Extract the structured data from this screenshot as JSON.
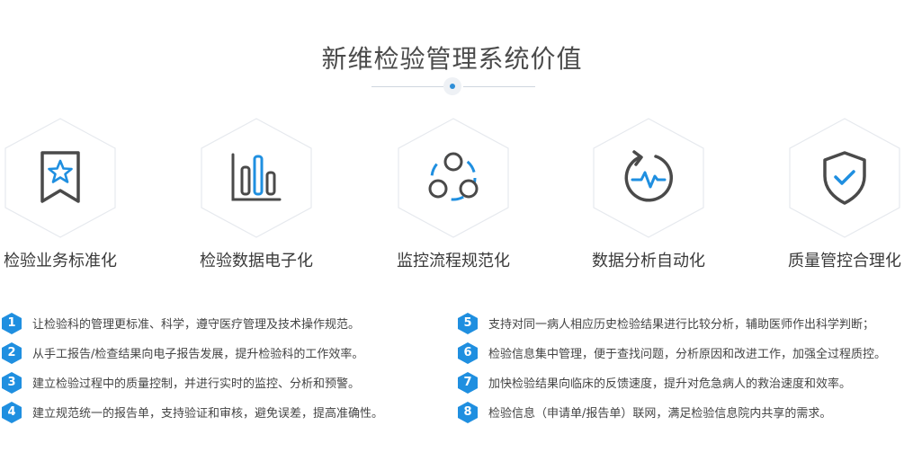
{
  "title": "新维检验管理系统价值",
  "colors": {
    "accent": "#1f8fe0",
    "icon_gray": "#4a4a4a",
    "hex_border": "#e6e9ee"
  },
  "features": [
    {
      "label": "检验业务标准化",
      "icon": "star-ribbon-icon"
    },
    {
      "label": "检验数据电子化",
      "icon": "bar-chart-icon"
    },
    {
      "label": "监控流程规范化",
      "icon": "network-circles-icon"
    },
    {
      "label": "数据分析自动化",
      "icon": "pulse-refresh-icon"
    },
    {
      "label": "质量管控合理化",
      "icon": "shield-check-icon"
    }
  ],
  "values_left": [
    {
      "num": "1",
      "text": "让检验科的管理更标准、科学，遵守医疗管理及技术操作规范。"
    },
    {
      "num": "2",
      "text": "从手工报告/检查结果向电子报告发展，提升检验科的工作效率。"
    },
    {
      "num": "3",
      "text": "建立检验过程中的质量控制，并进行实时的监控、分析和预警。"
    },
    {
      "num": "4",
      "text": "建立规范统一的报告单，支持验证和审核，避免误差，提高准确性。"
    }
  ],
  "values_right": [
    {
      "num": "5",
      "text": "支持对同一病人相应历史检验结果进行比较分析，辅助医师作出科学判断；"
    },
    {
      "num": "6",
      "text": "检验信息集中管理，便于查找问题，分析原因和改进工作，加强全过程质控。"
    },
    {
      "num": "7",
      "text": "加快检验结果向临床的反馈速度，提升对危急病人的救治速度和效率。"
    },
    {
      "num": "8",
      "text": "检验信息（申请单/报告单）联网，满足检验信息院内共享的需求。"
    }
  ]
}
